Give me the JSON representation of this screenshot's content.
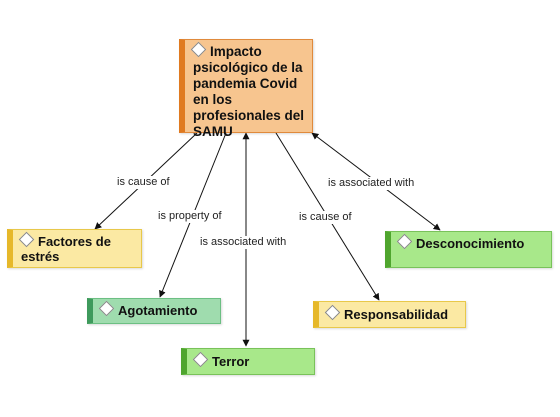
{
  "nodes": {
    "main": {
      "text": "Impacto psicológico de la pandemia Covid en los profesionales del SAMU",
      "color": "#f7c58f"
    },
    "factores": {
      "text": "Factores de estrés",
      "color": "#fbe9a3"
    },
    "agotamiento": {
      "text": "Agotamiento",
      "color": "#9fdcae"
    },
    "terror": {
      "text": "Terror",
      "color": "#a8e88a"
    },
    "responsabilidad": {
      "text": "Responsabilidad",
      "color": "#fbe9a3"
    },
    "desconocimiento": {
      "text": "Desconocimiento",
      "color": "#a8e88a"
    }
  },
  "links": {
    "l1": "is cause of",
    "l2": "is property of",
    "l3": "is associated with",
    "l4": "is cause of",
    "l5": "is associated with"
  },
  "icon": "diamond-icon"
}
